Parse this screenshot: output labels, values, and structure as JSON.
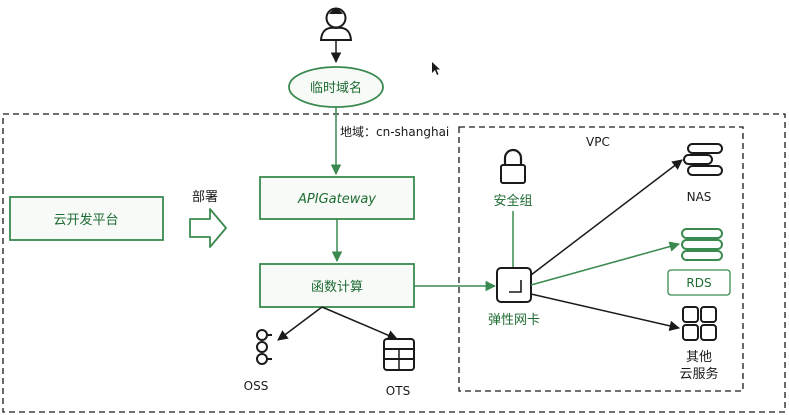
{
  "colors": {
    "green": "#3a8a4f",
    "green_fill": "#f7faf7",
    "ink": "#1a1a1a"
  },
  "labels": {
    "temp_domain": "临时域名",
    "region": "地域：cn-shanghai",
    "api_gateway": "APIGateway",
    "function_compute": "函数计算",
    "dev_platform": "云开发平台",
    "deploy": "部署",
    "vpc": "VPC",
    "security_group": "安全组",
    "eni": "弹性网卡",
    "nas": "NAS",
    "rds": "RDS",
    "other_services_line1": "其他",
    "other_services_line2": "云服务",
    "oss": "OSS",
    "ots": "OTS"
  },
  "icons": {
    "user": "user-icon",
    "lock": "lock-icon",
    "nas": "nas-stack-icon",
    "rds": "database-stack-icon",
    "other": "grid-services-icon",
    "oss": "oss-icon",
    "ots": "ots-table-icon",
    "cursor": "mouse-cursor-icon"
  }
}
